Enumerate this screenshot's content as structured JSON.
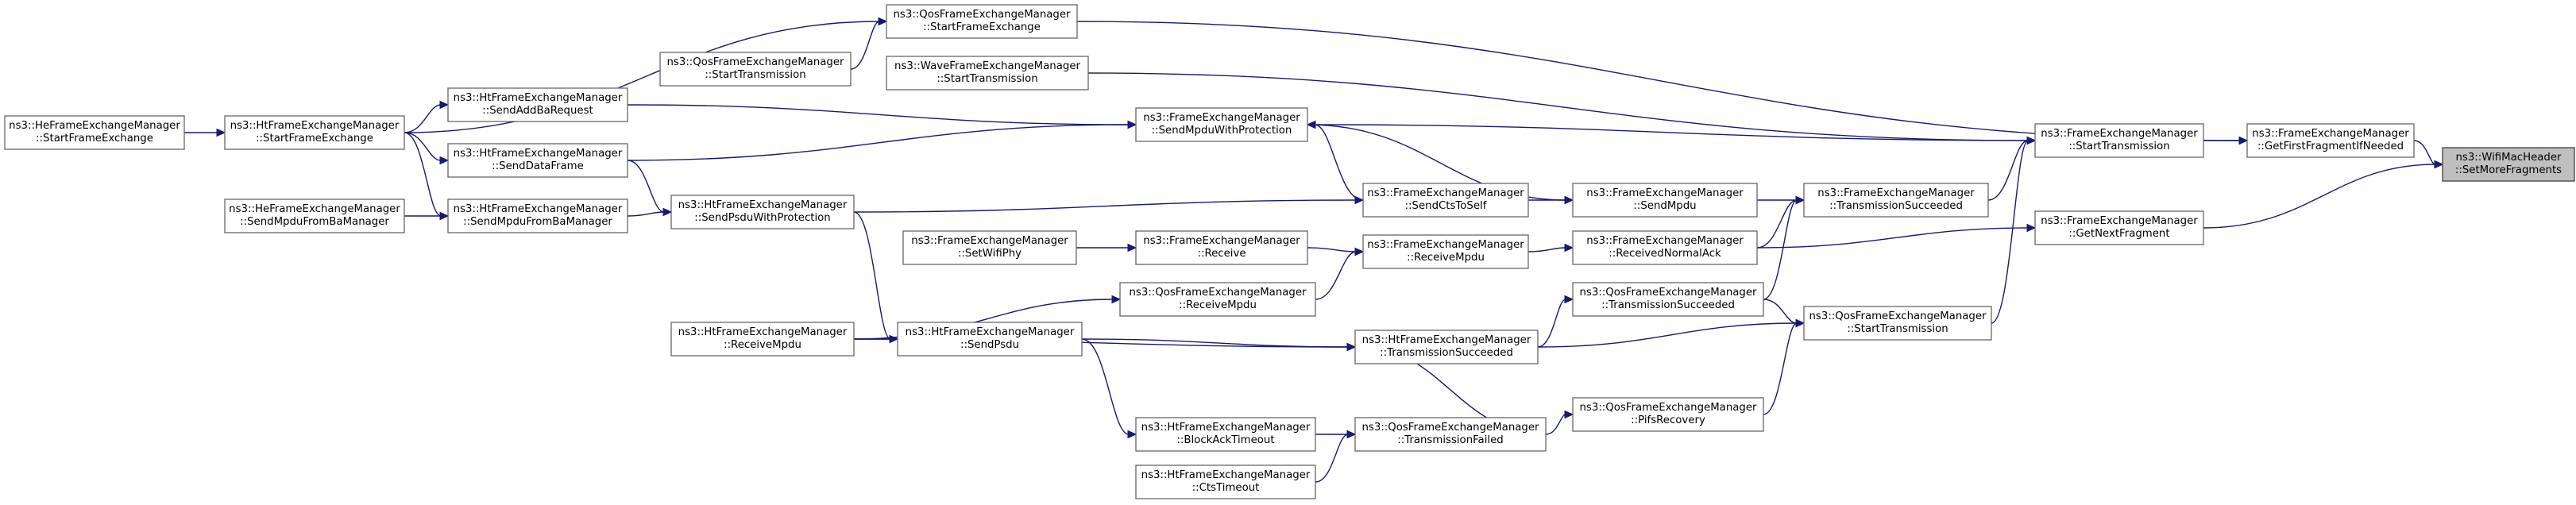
{
  "diagram": {
    "type": "call-graph",
    "colors": {
      "edge": "#191970",
      "node_border": "#666666",
      "root_fill": "#bfbfbf",
      "node_fill": "#ffffff"
    },
    "nodes": [
      {
        "id": "root",
        "lines": [
          "ns3::WifiMacHeader",
          "::SetMoreFragments"
        ],
        "root": true
      },
      {
        "id": "fem_getfirst",
        "lines": [
          "ns3::FrameExchangeManager",
          "::GetFirstFragmentIfNeeded"
        ]
      },
      {
        "id": "fem_getnext",
        "lines": [
          "ns3::FrameExchangeManager",
          "::GetNextFragment"
        ]
      },
      {
        "id": "fem_starttx",
        "lines": [
          "ns3::FrameExchangeManager",
          "::StartTransmission"
        ]
      },
      {
        "id": "fem_txsucc",
        "lines": [
          "ns3::FrameExchangeManager",
          "::TransmissionSucceeded"
        ]
      },
      {
        "id": "qos_starttx",
        "lines": [
          "ns3::QosFrameExchangeManager",
          "::StartTransmission"
        ]
      },
      {
        "id": "fem_sendmpdu",
        "lines": [
          "ns3::FrameExchangeManager",
          "::SendMpdu"
        ]
      },
      {
        "id": "fem_recvnormalack",
        "lines": [
          "ns3::FrameExchangeManager",
          "::ReceivedNormalAck"
        ]
      },
      {
        "id": "qos_txsucc",
        "lines": [
          "ns3::QosFrameExchangeManager",
          "::TransmissionSucceeded"
        ]
      },
      {
        "id": "qos_pifs",
        "lines": [
          "ns3::QosFrameExchangeManager",
          "::PifsRecovery"
        ]
      },
      {
        "id": "qos_startfe",
        "lines": [
          "ns3::QosFrameExchangeManager",
          "::StartFrameExchange"
        ]
      },
      {
        "id": "qos_starttx2",
        "lines": [
          "ns3::QosFrameExchangeManager",
          "::StartTransmission"
        ]
      },
      {
        "id": "wave_starttx",
        "lines": [
          "ns3::WaveFrameExchangeManager",
          "::StartTransmission"
        ]
      },
      {
        "id": "fem_sendmpduprot",
        "lines": [
          "ns3::FrameExchangeManager",
          "::SendMpduWithProtection"
        ]
      },
      {
        "id": "fem_sendcts",
        "lines": [
          "ns3::FrameExchangeManager",
          "::SendCtsToSelf"
        ]
      },
      {
        "id": "fem_recvmpdu",
        "lines": [
          "ns3::FrameExchangeManager",
          "::ReceiveMpdu"
        ]
      },
      {
        "id": "fem_receive",
        "lines": [
          "ns3::FrameExchangeManager",
          "::Receive"
        ]
      },
      {
        "id": "fem_setwifiphy",
        "lines": [
          "ns3::FrameExchangeManager",
          "::SetWifiPhy"
        ]
      },
      {
        "id": "qos_recvmpdu",
        "lines": [
          "ns3::QosFrameExchangeManager",
          "::ReceiveMpdu"
        ]
      },
      {
        "id": "ht_txsucc",
        "lines": [
          "ns3::HtFrameExchangeManager",
          "::TransmissionSucceeded"
        ]
      },
      {
        "id": "qos_txfailed",
        "lines": [
          "ns3::QosFrameExchangeManager",
          "::TransmissionFailed"
        ]
      },
      {
        "id": "ht_blockacktimeout",
        "lines": [
          "ns3::HtFrameExchangeManager",
          "::BlockAckTimeout"
        ]
      },
      {
        "id": "ht_ctstimeout",
        "lines": [
          "ns3::HtFrameExchangeManager",
          "::CtsTimeout"
        ]
      },
      {
        "id": "ht_sendpsdu",
        "lines": [
          "ns3::HtFrameExchangeManager",
          "::SendPsdu"
        ]
      },
      {
        "id": "ht_sendpsduprot",
        "lines": [
          "ns3::HtFrameExchangeManager",
          "::SendPsduWithProtection"
        ]
      },
      {
        "id": "ht_recvmpdu",
        "lines": [
          "ns3::HtFrameExchangeManager",
          "::ReceiveMpdu"
        ]
      },
      {
        "id": "ht_sendaddba",
        "lines": [
          "ns3::HtFrameExchangeManager",
          "::SendAddBaRequest"
        ]
      },
      {
        "id": "ht_senddata",
        "lines": [
          "ns3::HtFrameExchangeManager",
          "::SendDataFrame"
        ]
      },
      {
        "id": "ht_sendmpdufromba",
        "lines": [
          "ns3::HtFrameExchangeManager",
          "::SendMpduFromBaManager"
        ]
      },
      {
        "id": "ht_startfe",
        "lines": [
          "ns3::HtFrameExchangeManager",
          "::StartFrameExchange"
        ]
      },
      {
        "id": "he_startfe",
        "lines": [
          "ns3::HeFrameExchangeManager",
          "::StartFrameExchange"
        ]
      },
      {
        "id": "he_sendmpdufromba",
        "lines": [
          "ns3::HeFrameExchangeManager",
          "::SendMpduFromBaManager"
        ]
      }
    ]
  }
}
